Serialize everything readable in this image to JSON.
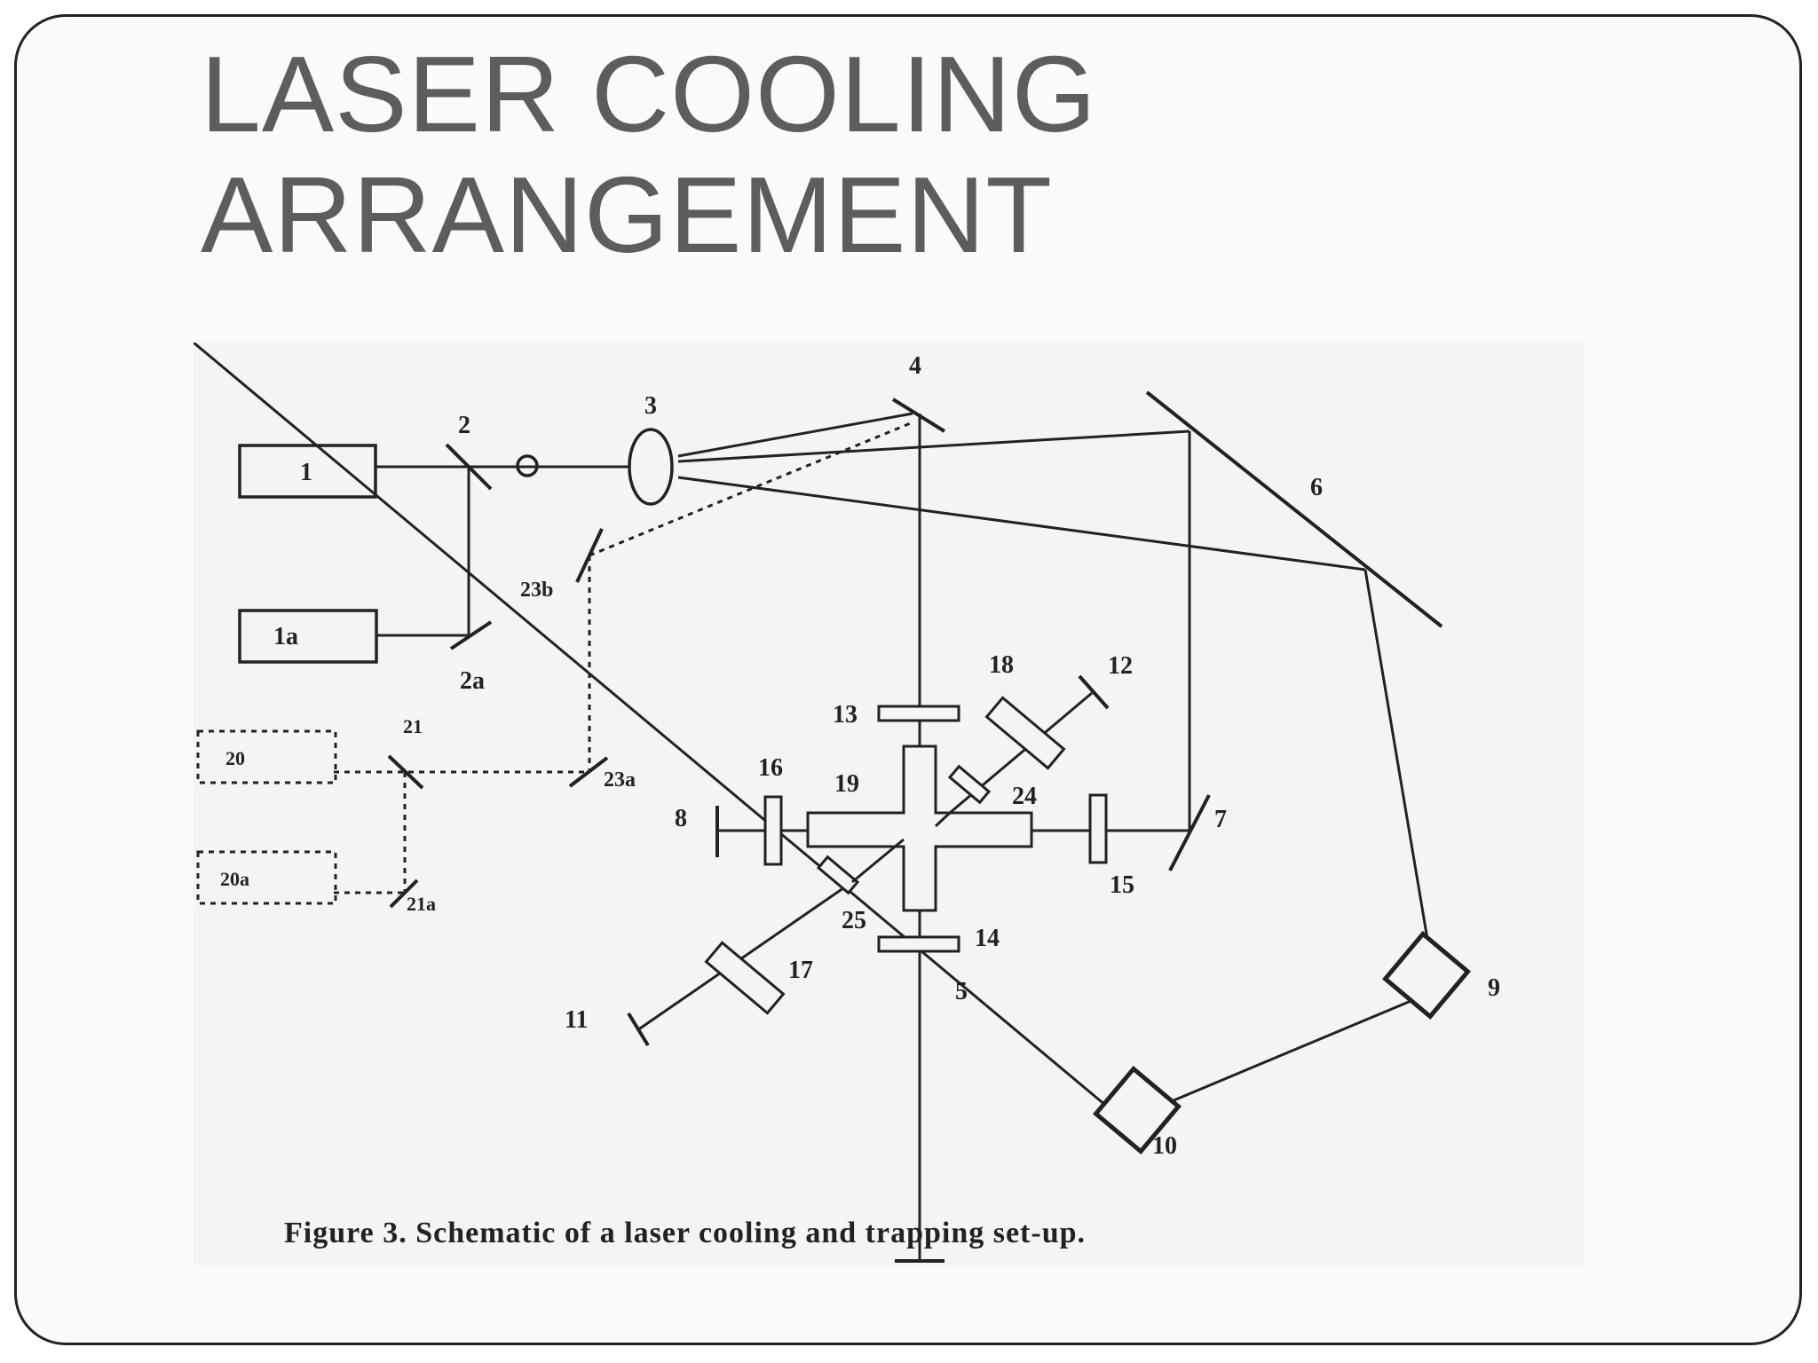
{
  "slide": {
    "title_line1": "LASER COOLING",
    "title_line2": "ARRANGEMENT"
  },
  "diagram": {
    "caption": "Figure 3.  Schematic of a laser cooling and trapping set-up.",
    "labels": {
      "l1": "1",
      "l1a": "1a",
      "l2": "2",
      "l2a": "2a",
      "l3": "3",
      "l4": "4",
      "l5": "5",
      "l6": "6",
      "l7": "7",
      "l8": "8",
      "l9": "9",
      "l10": "10",
      "l11": "11",
      "l12": "12",
      "l13": "13",
      "l14": "14",
      "l15": "15",
      "l16": "16",
      "l17": "17",
      "l18": "18",
      "l19": "19",
      "l20": "20",
      "l20a": "20a",
      "l21": "21",
      "l21a": "21a",
      "l23a": "23a",
      "l23b": "23b",
      "l24": "24",
      "l25": "25"
    },
    "colors": {
      "ink": "#222222",
      "title": "#5d5d5d",
      "paper": "#f4f4f2"
    }
  }
}
